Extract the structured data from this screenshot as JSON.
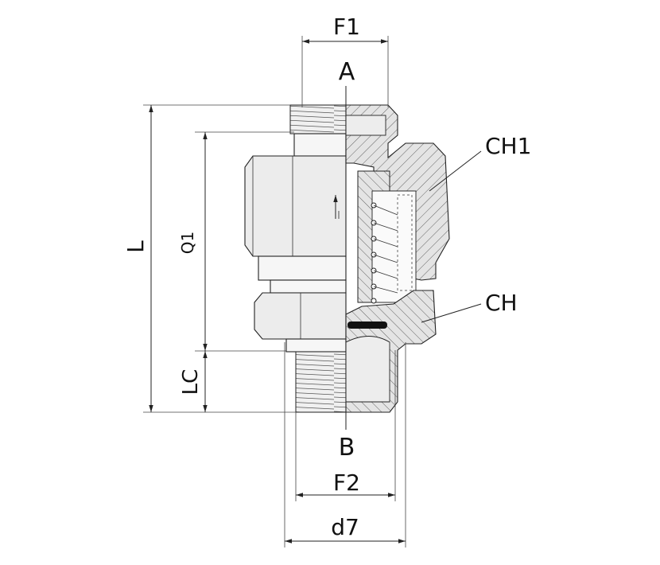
{
  "labels": {
    "f1": "F1",
    "a": "A",
    "ch1": "CH1",
    "l": "L",
    "q1": "Q1",
    "ch": "CH",
    "lc": "LC",
    "b": "B",
    "f2": "F2",
    "d7": "d7"
  }
}
